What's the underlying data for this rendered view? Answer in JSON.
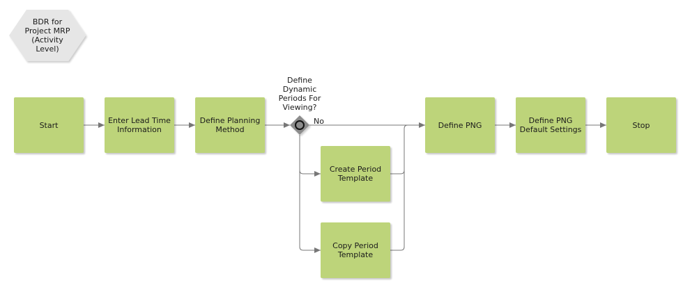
{
  "diagram": {
    "title": "BDR for\nProject MRP\n(Activity\nLevel)",
    "gateway_label": "Define\nDynamic\nPeriods For\nViewing?",
    "no_label": "No",
    "nodes": {
      "start": "Start",
      "lead_time": "Enter Lead Time\nInformation",
      "planning_method": "Define Planning\nMethod",
      "create_template": "Create Period\nTemplate",
      "copy_template": "Copy Period\nTemplate",
      "define_png": "Define PNG",
      "png_defaults": "Define PNG\nDefault Settings",
      "stop": "Stop"
    },
    "colors": {
      "activity_fill": "#bdd47a",
      "hexagon_fill": "#e6e6e6",
      "gateway_fill": "#8c8c8c",
      "connector": "#777777"
    }
  }
}
